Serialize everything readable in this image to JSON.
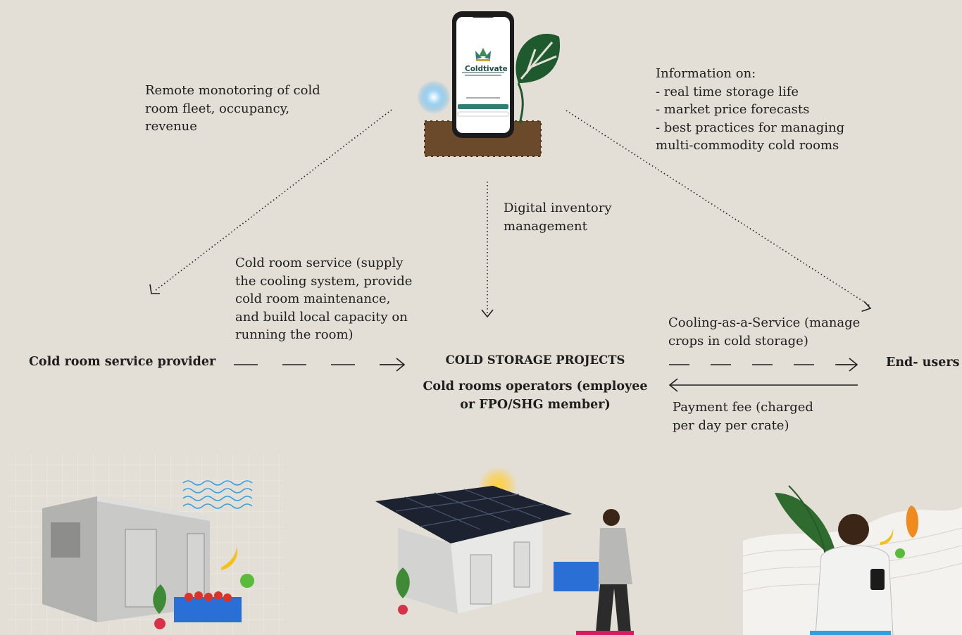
{
  "phone": {
    "app_name": "Coldtivate"
  },
  "annotations": {
    "remote_monitoring": "Remote monotoring of cold\nroom fleet, occupancy,\nrevenue",
    "information": {
      "heading": "Information on:",
      "items": [
        "- real time storage life",
        "- market price forecasts",
        "- best practices for managing\nmulti-commodity cold rooms"
      ]
    },
    "digital_inventory": "Digital inventory\nmanagement",
    "cold_room_service": "Cold room service (supply\nthe cooling system, provide\ncold room maintenance,\nand build local capacity on\nrunning the room)",
    "cooling_as_a_service": "Cooling-as-a-Service (manage\ncrops in cold storage)",
    "payment_fee": "Payment fee (charged\nper day per crate)"
  },
  "nodes": {
    "provider": "Cold room service provider",
    "projects_title": "COLD STORAGE PROJECTS",
    "operators": "Cold rooms operators (employee\nor FPO/SHG member)",
    "end_users": "End- users"
  },
  "colors": {
    "background": "#e3dfd6",
    "text": "#1e1e1e",
    "brand_teal": "#2f7e74",
    "soil": "#6b4a2b",
    "leaf": "#1f5a2e",
    "crate_blue": "#2a6fd6",
    "accent_pink": "#d81b60",
    "accent_blue": "#2f9fe0"
  }
}
